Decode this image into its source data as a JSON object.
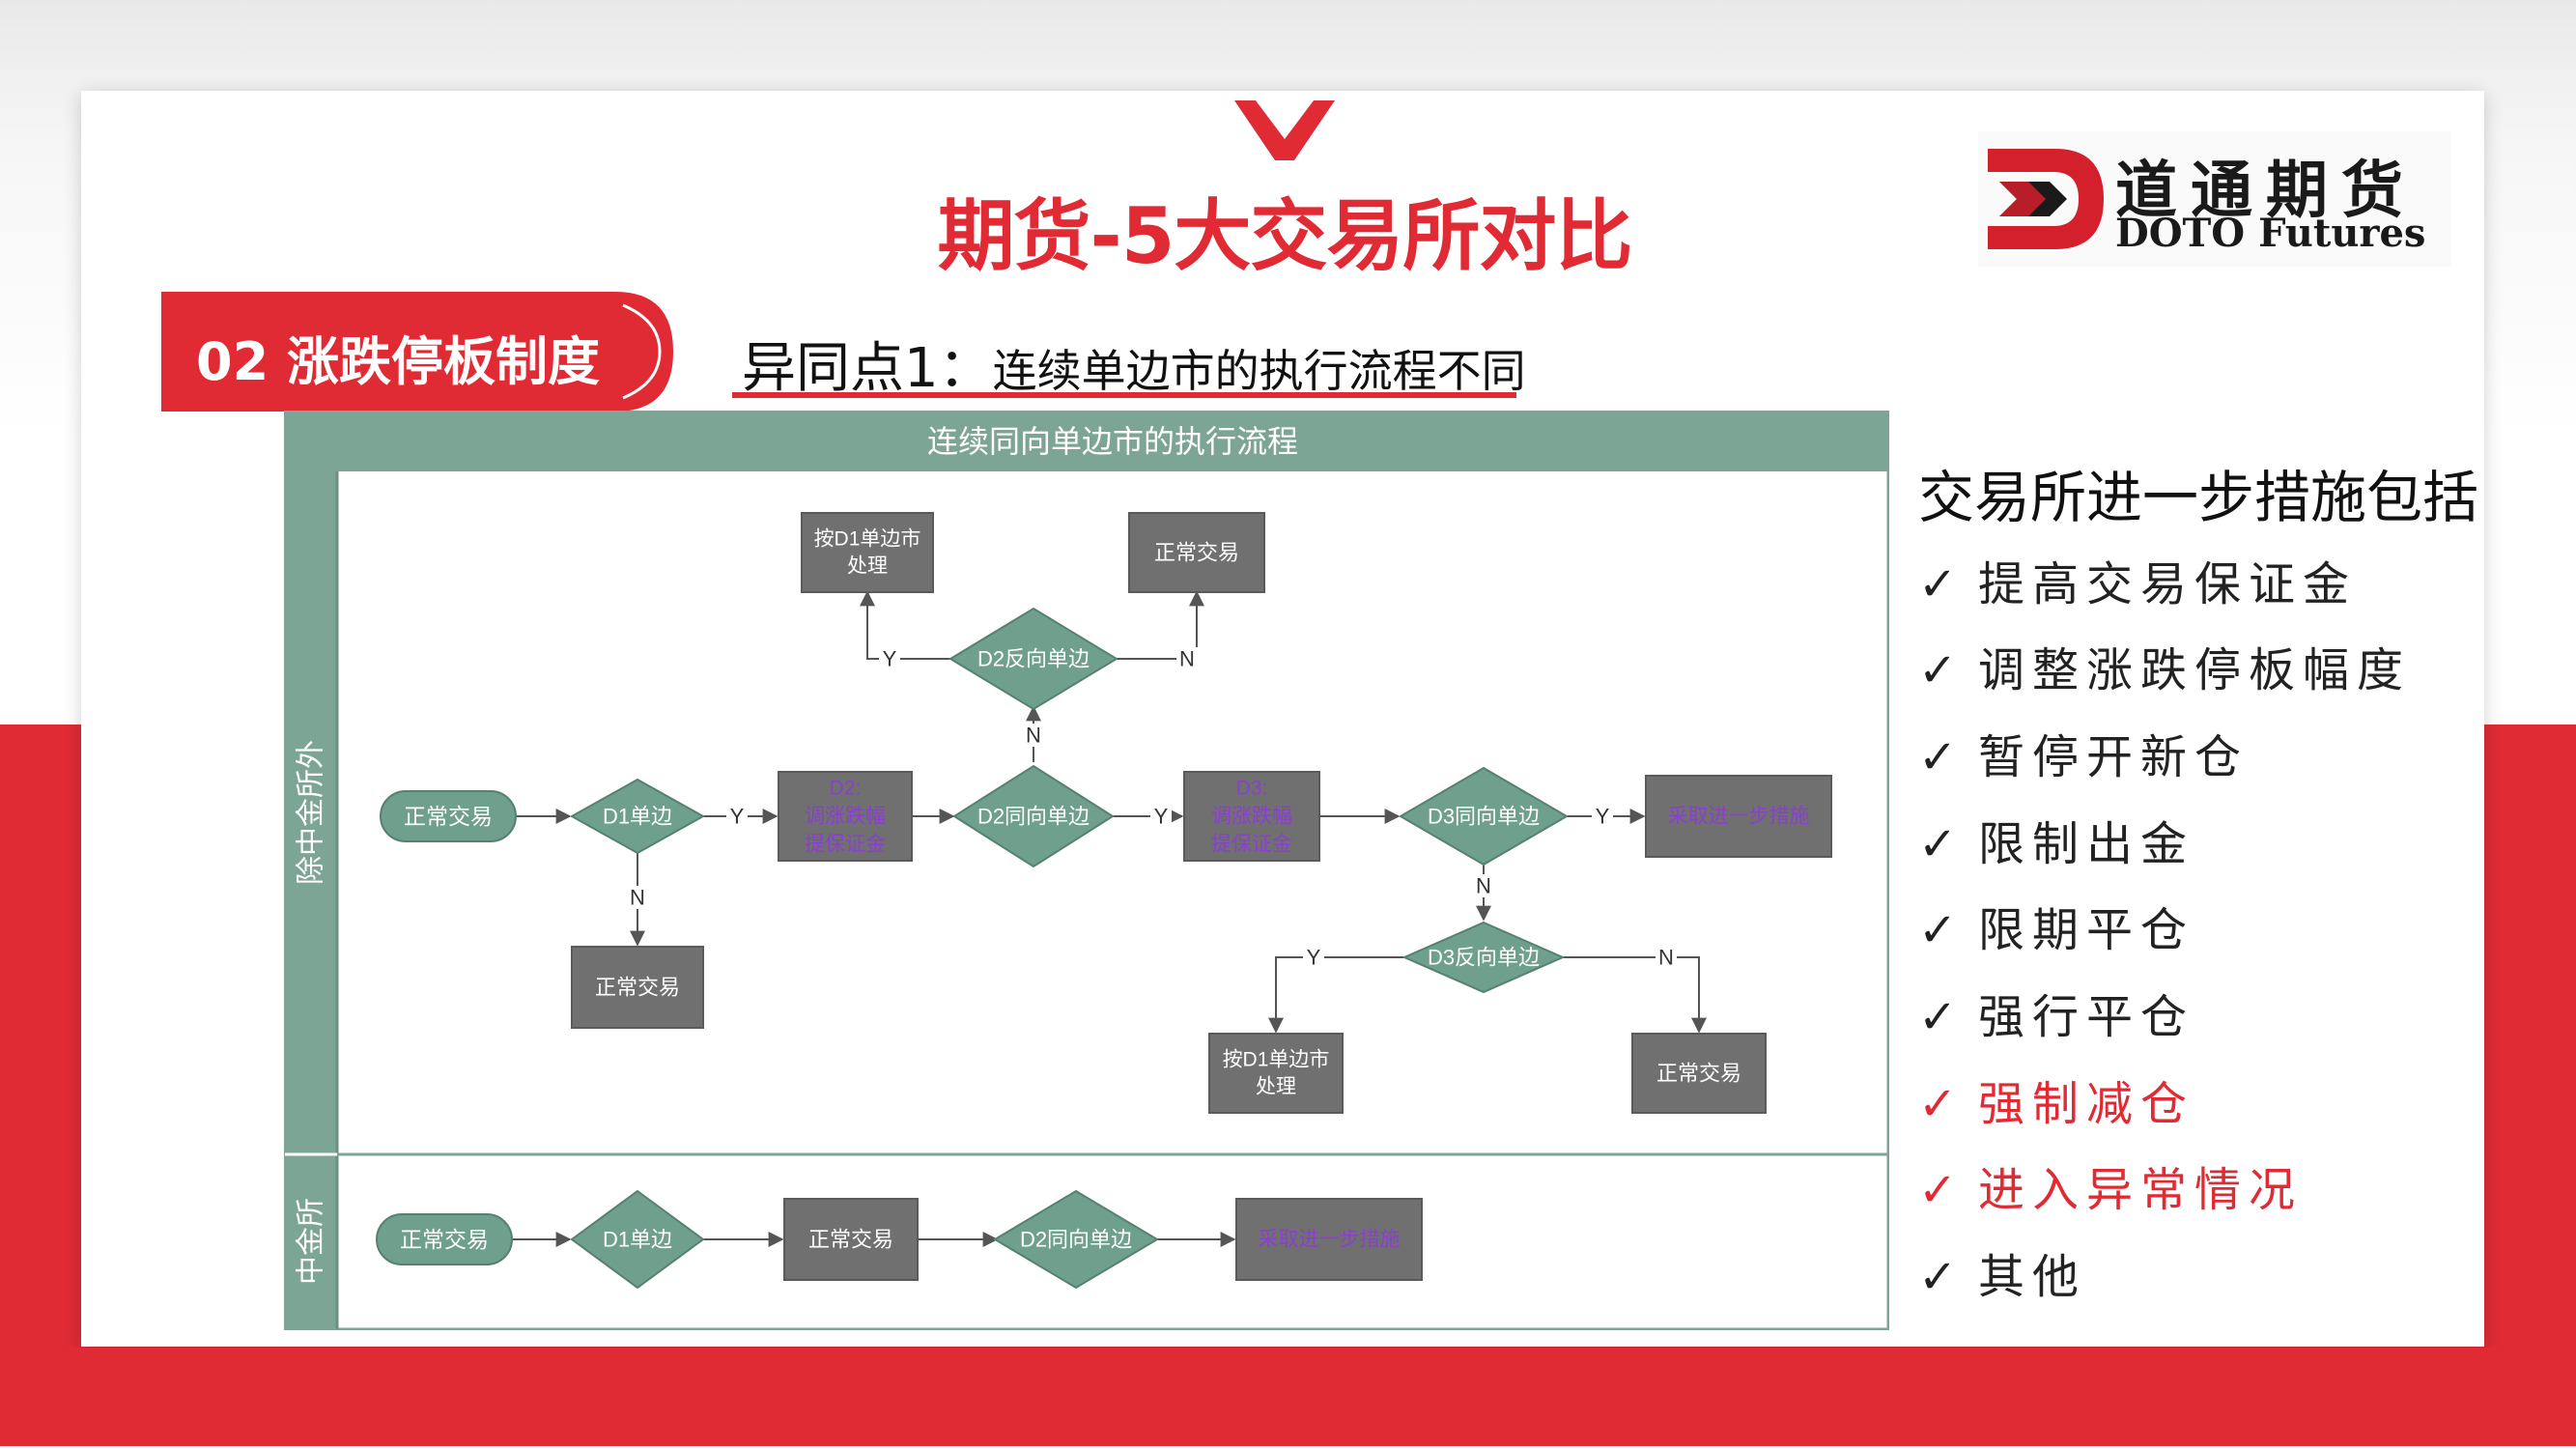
{
  "title": "期货-5大交易所对比",
  "logo": {
    "cn": "道通期货",
    "en": "DOTO Futures"
  },
  "section_label": "02 涨跌停板制度",
  "subtitle": {
    "lead": "异同点1：",
    "rest": "连续单边市的执行流程不同"
  },
  "flowchart": {
    "header": "连续同向单边市的执行流程",
    "lane1_label": "除中金所外",
    "lane2_label": "中金所",
    "lane1": {
      "start": "正常交易",
      "d1": "D1单边",
      "d1_no_result": "正常交易",
      "d2_action": [
        "D2:",
        "调涨跌幅",
        "提保证金"
      ],
      "d2_same": "D2同向单边",
      "d2_reverse": "D2反向单边",
      "d2_reverse_yes": [
        "按D1单边市",
        "处理"
      ],
      "d2_reverse_no": "正常交易",
      "d3_action": [
        "D3:",
        "调涨跌幅",
        "提保证金"
      ],
      "d3_same": "D3同向单边",
      "d3_same_yes": "采取进一步措施",
      "d3_reverse": "D3反向单边",
      "d3_reverse_yes": [
        "按D1单边市",
        "处理"
      ],
      "d3_reverse_no": "正常交易"
    },
    "lane2": {
      "start": "正常交易",
      "d1": "D1单边",
      "mid": "正常交易",
      "d2_same": "D2同向单边",
      "end": "采取进一步措施"
    },
    "yes_label": "Y",
    "no_label": "N",
    "colors": {
      "header": "#7da596",
      "diamond": "#6f9f8d",
      "box": "#707070",
      "purple_text": "#8a3fd0"
    }
  },
  "measures": {
    "title": "交易所进一步措施包括",
    "check": "✓",
    "items": [
      {
        "text": "提高交易保证金",
        "highlight": false
      },
      {
        "text": "调整涨跌停板幅度",
        "highlight": false
      },
      {
        "text": "暂停开新仓",
        "highlight": false
      },
      {
        "text": "限制出金",
        "highlight": false
      },
      {
        "text": "限期平仓",
        "highlight": false
      },
      {
        "text": "强行平仓",
        "highlight": false
      },
      {
        "text": "强制减仓",
        "highlight": true
      },
      {
        "text": "进入异常情况",
        "highlight": true
      },
      {
        "text": "其他",
        "highlight": false
      }
    ]
  },
  "colors": {
    "brand_red": "#e02b35"
  }
}
